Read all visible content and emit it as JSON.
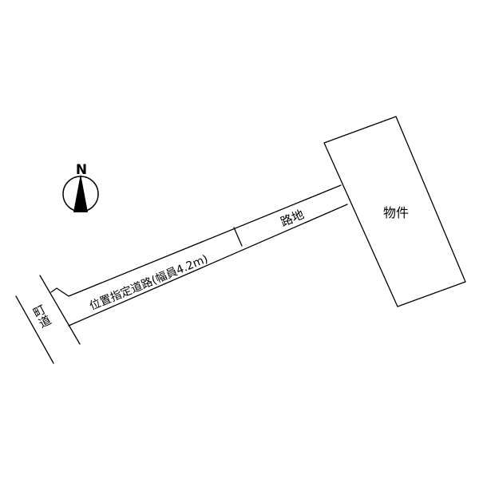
{
  "compass": {
    "north_label": "N"
  },
  "labels": {
    "property": "物件",
    "alley": "路地",
    "designated_road": "位置指定道路(幅員4.2m)",
    "town_road": "町道"
  }
}
